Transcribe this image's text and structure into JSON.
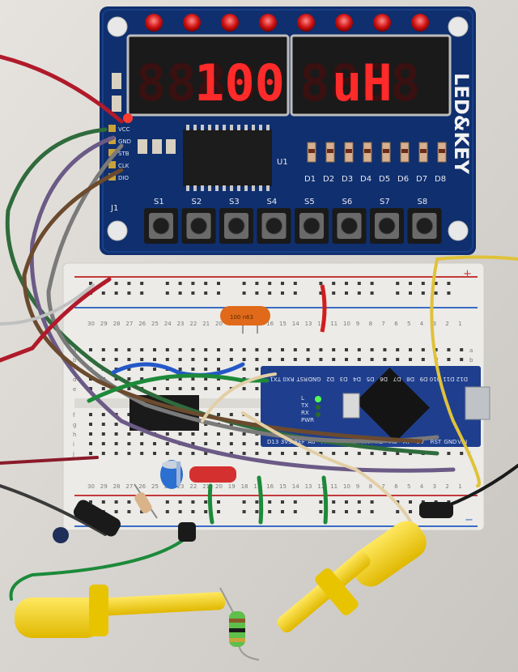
{
  "display": {
    "left_readout": "100",
    "right_readout": "uH",
    "digit_color": "#ff2a2a",
    "dim_digit_color": "#3a1010"
  },
  "board": {
    "brand_text": "LED&KEY",
    "chip_label": "U1",
    "connector_label": "J1",
    "pin_labels": [
      "VCC",
      "GND",
      "STB",
      "CLK",
      "DIO"
    ],
    "led_labels": [
      "D1",
      "D2",
      "D3",
      "D4",
      "D5",
      "D6",
      "D7",
      "D8"
    ],
    "button_labels": [
      "S1",
      "S2",
      "S3",
      "S4",
      "S5",
      "S6",
      "S7",
      "S8"
    ],
    "pcb_color": "#0f2f6e"
  },
  "capacitor": {
    "marking": "100 n63"
  },
  "nano": {
    "pin_labels_top": [
      "D12",
      "D11",
      "D10",
      "D9",
      "D8",
      "D7",
      "D6",
      "D5",
      "D4",
      "D3",
      "D2",
      "GND",
      "RST",
      "RX0",
      "TX1"
    ],
    "pin_labels_bottom": [
      "D13",
      "3V3",
      "REF",
      "A0",
      "A1",
      "A2",
      "A3",
      "A4",
      "A5",
      "A6",
      "A7",
      "5V",
      "RST",
      "GND",
      "VIN"
    ],
    "status_leds": [
      "L",
      "TX",
      "RX",
      "PWR"
    ]
  },
  "breadboard": {
    "row_letters_left": [
      "a",
      "b",
      "c",
      "d",
      "e"
    ],
    "row_letters_right": [
      "f",
      "g",
      "h",
      "i",
      "j"
    ],
    "column_numbers": [
      "30",
      "29",
      "28",
      "27",
      "26",
      "25",
      "24",
      "23",
      "22",
      "21",
      "20",
      "19",
      "18",
      "17",
      "16",
      "15",
      "14",
      "13",
      "12",
      "11",
      "10",
      "9",
      "8",
      "7",
      "6",
      "5",
      "4",
      "3",
      "2",
      "1"
    ],
    "rail_plus": "+",
    "rail_minus": "−"
  }
}
